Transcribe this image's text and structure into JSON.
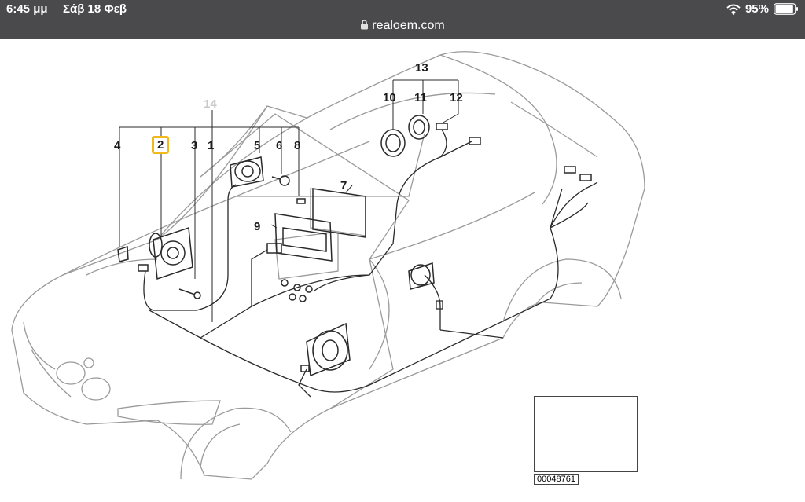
{
  "status_bar": {
    "time": "6:45 μμ",
    "date": "Σάβ 18 Φεβ",
    "url": "realoem.com",
    "battery_percent": "95%",
    "battery_level": 0.95
  },
  "diagram": {
    "callouts": [
      "1",
      "2",
      "3",
      "4",
      "5",
      "6",
      "7",
      "8",
      "9",
      "10",
      "11",
      "12",
      "13",
      "14"
    ],
    "highlighted_callout": "2",
    "thumbnail_id": "00048761"
  },
  "colors": {
    "status_bar_bg": "#4a4a4d",
    "highlight": "#f2b81c",
    "line": "#2a2a2a",
    "outline": "#9a9a9a"
  }
}
